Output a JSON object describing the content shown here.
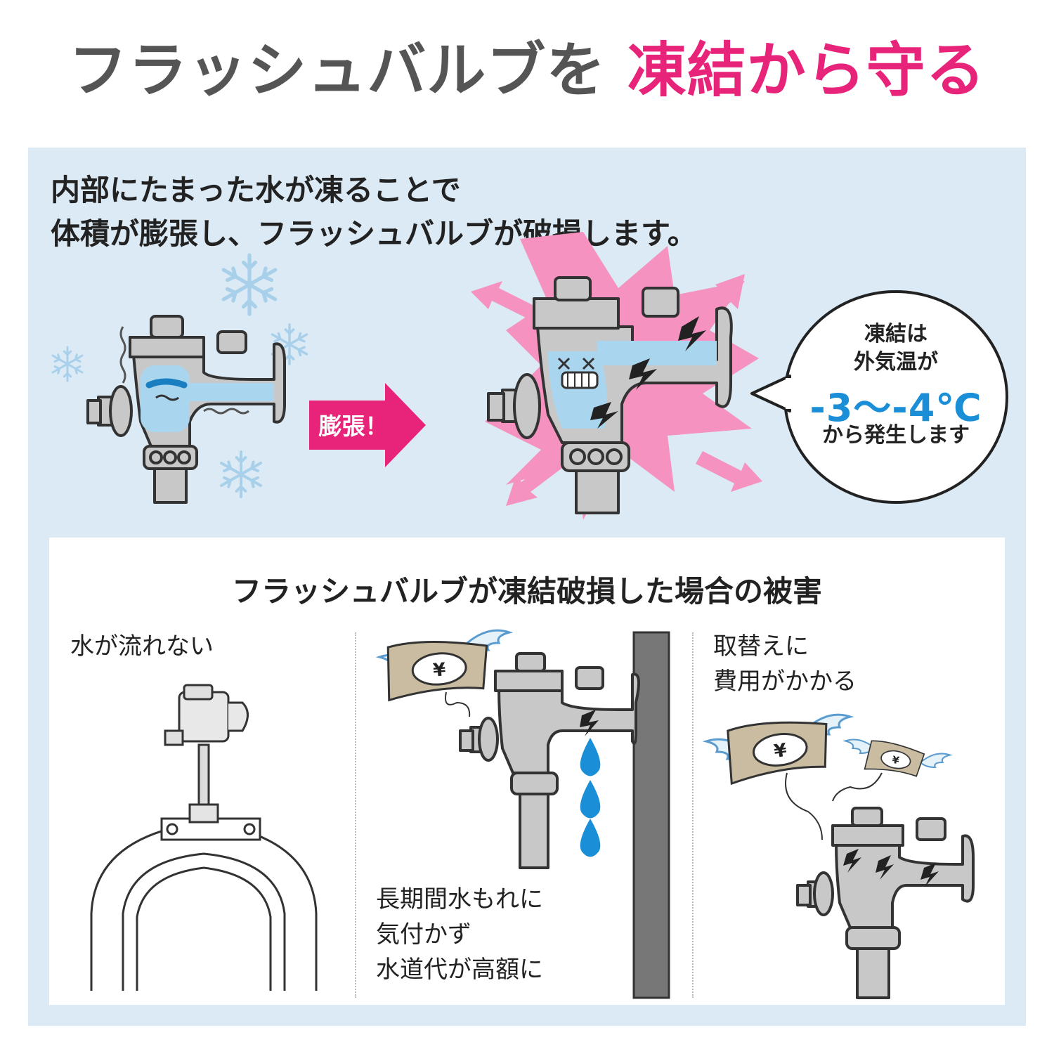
{
  "title": {
    "part1": "フラッシュバルブを ",
    "part2": "凍結から守る"
  },
  "lead": {
    "line1": "内部にたまった水が凍ることで",
    "line2": "体積が膨張し、フラッシュバルブが破損します。"
  },
  "expand_arrow_label": "膨張！",
  "bubble": {
    "line1": "凍結は",
    "line2": "外気温が",
    "temperature": "-3～-4℃",
    "line3": "から発生します"
  },
  "damage": {
    "heading": "フラッシュバルブが凍結破損した場合の被害",
    "items": [
      {
        "caption_lines": [
          "水が流れない"
        ]
      },
      {
        "caption_lines": [
          "長期間水もれに",
          "気付かず",
          "水道代が高額に"
        ]
      },
      {
        "caption_lines": [
          "取替えに",
          "費用がかかる"
        ]
      }
    ],
    "money_symbol": "¥"
  },
  "colors": {
    "accent_pink": "#e8237a",
    "title_gray": "#555555",
    "panel_blue": "#dbeaf4",
    "temp_blue": "#1a8fd8",
    "burst_pink": "#f592c0",
    "water_blue": "#1a8fd8"
  },
  "icons": [
    "snowflake-icon",
    "flush-valve-icon",
    "arrow-right-icon",
    "water-drop-icon",
    "flying-money-icon",
    "crack-icon"
  ]
}
